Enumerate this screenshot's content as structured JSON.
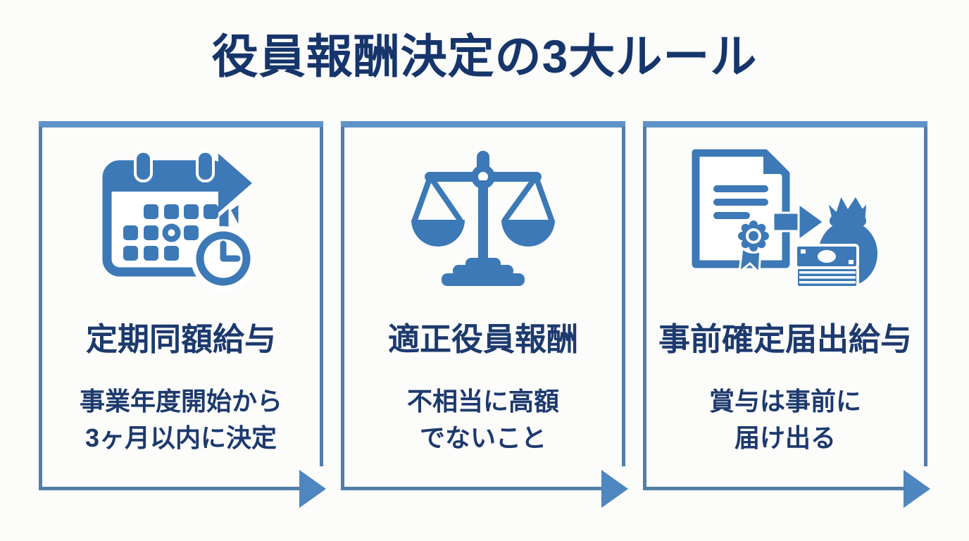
{
  "title": "役員報酬決定の3大ルール",
  "colors": {
    "title_text": "#16356b",
    "card_text": "#1d3a6e",
    "icon_blue": "#3c79b6",
    "card_border": "#537ea7",
    "card_topbar": "#5e92c8",
    "flow_arrow": "#4e86bf",
    "background": "#fcfcfb"
  },
  "cards": [
    {
      "icon": "calendar-clock-arrow-icon",
      "heading": "定期同額給与",
      "description_lines": [
        "事業年度開始から",
        "3ヶ月以内に決定"
      ]
    },
    {
      "icon": "balance-scale-icon",
      "heading": "適正役員報酬",
      "description_lines": [
        "不相当に高額",
        "でないこと"
      ]
    },
    {
      "icon": "document-to-money-bag-icon",
      "heading": "事前確定届出給与",
      "description_lines": [
        "賞与は事前に",
        "届け出る"
      ]
    }
  ]
}
